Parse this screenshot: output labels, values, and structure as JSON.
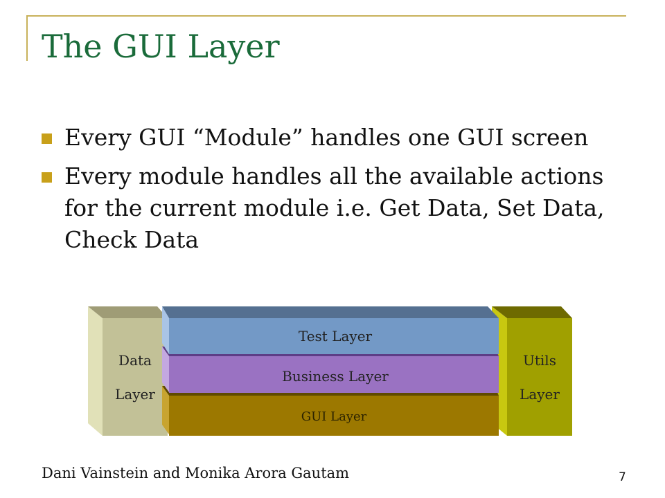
{
  "slide": {
    "title": "The GUI Layer",
    "bullets": [
      "Every GUI “Module” handles one GUI screen",
      "Every module handles all the available actions for the current module i.e. Get Data, Set Data,  Check Data"
    ]
  },
  "diagram": {
    "left_block": {
      "line1": "Data",
      "line2": "Layer"
    },
    "right_block": {
      "line1": "Utils",
      "line2": "Layer"
    },
    "layers": [
      {
        "label": "Test Layer"
      },
      {
        "label": "Business Layer"
      },
      {
        "label": "GUI Layer"
      }
    ],
    "colors": {
      "data_front": "#c2c197",
      "data_top": "#9f9c76",
      "data_side": "#e1e1b8",
      "test": "#7399c6",
      "business": "#9a72c2",
      "gui": "#9c7800",
      "utils": "#a0a000"
    }
  },
  "footer": {
    "authors": "Dani Vainstein and Monika Arora Gautam",
    "page": "7"
  }
}
